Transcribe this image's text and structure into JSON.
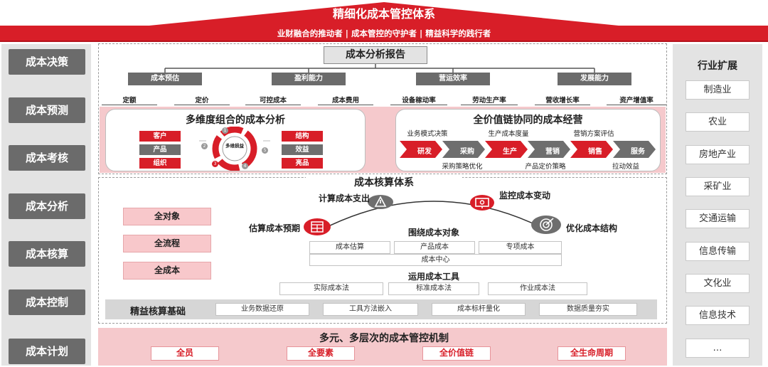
{
  "roof": {
    "title": "精细化成本管控体系",
    "subtitle": "业财融合的推动者 | 成本管控的守护者 | 精益科学的践行者",
    "color": "#d81e28"
  },
  "left_menu": [
    "成本决策",
    "成本预测",
    "成本考核",
    "成本分析",
    "成本核算",
    "成本控制",
    "成本计划"
  ],
  "right_panel": {
    "title": "行业扩展",
    "items": [
      "制造业",
      "农业",
      "房地产业",
      "采矿业",
      "交通运输",
      "信息传输",
      "文化业",
      "信息技术",
      "…"
    ]
  },
  "report": {
    "title": "成本分析报告",
    "groups": [
      {
        "name": "成本预估",
        "children": [
          "定额",
          "定价"
        ]
      },
      {
        "name": "盈利能力",
        "children": [
          "可控成本",
          "成本费用"
        ]
      },
      {
        "name": "营运效率",
        "children": [
          "设备稼动率",
          "劳动生产率"
        ]
      },
      {
        "name": "发展能力",
        "children": [
          "营收增长率",
          "资产增值率"
        ]
      }
    ]
  },
  "multi_dim": {
    "title": "多维度组合的成本分析",
    "left_tags": [
      "客户",
      "产品",
      "组织"
    ],
    "right_tags": [
      "结构",
      "效益",
      "亮品"
    ],
    "center": "多维损益",
    "steps": [
      "1",
      "2",
      "3",
      "4",
      "5"
    ]
  },
  "value_chain": {
    "title": "全价值链协同的成本经营",
    "top_labels": [
      "业务模式决策",
      "生产成本度量",
      "营销方案评估"
    ],
    "stages": [
      "研发",
      "采购",
      "生产",
      "营销",
      "销售",
      "服务"
    ],
    "bottom_labels": [
      "采购策略优化",
      "产品定价策略",
      "拉动效益"
    ]
  },
  "accounting": {
    "title": "成本核算体系",
    "left_buttons": [
      "全对象",
      "全流程",
      "全成本"
    ],
    "arc": {
      "top_left": "计算成本支出",
      "top_right": "监控成本变动",
      "left": "估算成本预期",
      "right": "优化成本结构"
    },
    "objects_title": "围绕成本对象",
    "objects": [
      "成本估算",
      "产品成本",
      "专项成本"
    ],
    "center": "成本中心",
    "tools_title": "运用成本工具",
    "tools": [
      "实际成本法",
      "标准成本法",
      "作业成本法"
    ]
  },
  "foundation": {
    "title": "精益核算基础",
    "items": [
      "业务数据还原",
      "工具方法嵌入",
      "成本标杆量化",
      "数据质量夯实"
    ]
  },
  "mechanism": {
    "title": "多元、多层次的成本管控机制",
    "items": [
      "全员",
      "全要素",
      "全价值链",
      "全生命周期"
    ]
  }
}
